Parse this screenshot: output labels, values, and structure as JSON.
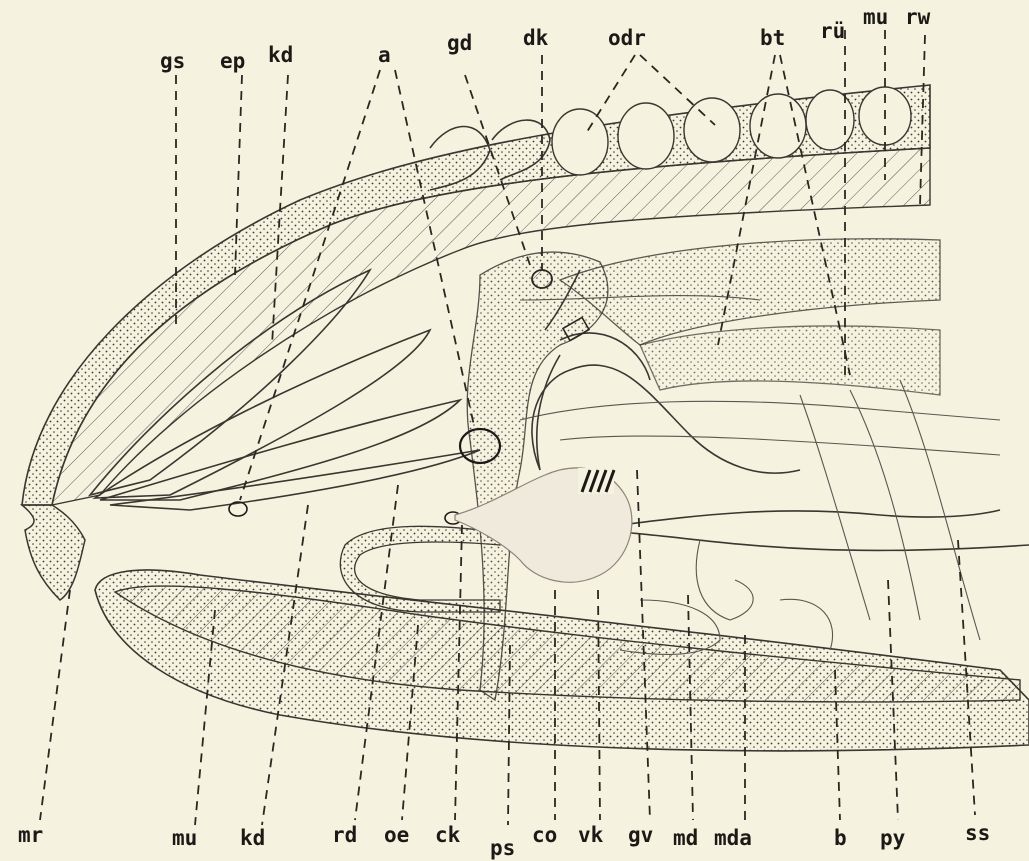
{
  "labels": {
    "gs": "gs",
    "ep": "ep",
    "kd_top": "kd",
    "a": "a",
    "gd": "gd",
    "dk": "dk",
    "odr": "odr",
    "bt": "bt",
    "ru": "rü",
    "mu_top": "mu",
    "rw": "rw",
    "mr": "mr",
    "mu_bottom": "mu",
    "kd_bottom": "kd",
    "rd": "rd",
    "oe": "oe",
    "ck": "ck",
    "ps": "ps",
    "co": "co",
    "vk": "vk",
    "gv": "gv",
    "md": "md",
    "mda": "mda",
    "b": "b",
    "py": "py",
    "ss": "ss"
  },
  "colors": {
    "paper": "#f6f2e0",
    "ink": "#2a2722",
    "ganglion": "#efeadc"
  }
}
